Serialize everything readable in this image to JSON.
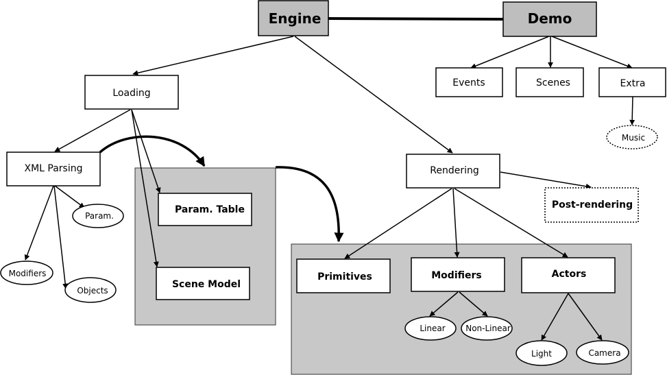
{
  "nodes": {
    "engine": "Engine",
    "demo": "Demo",
    "loading": "Loading",
    "events": "Events",
    "scenes": "Scenes",
    "extra": "Extra",
    "music": "Music",
    "xml_parsing": "XML Parsing",
    "rendering": "Rendering",
    "post_rendering": "Post-rendering",
    "param_table": "Param. Table",
    "param": "Param.",
    "scene_model": "Scene Model",
    "modifiers_leaf": "Modifiers",
    "objects": "Objects",
    "primitives": "Primitives",
    "modifiers": "Modifiers",
    "actors": "Actors",
    "linear": "Linear",
    "non_linear": "Non-Linear",
    "light": "Light",
    "camera": "Camera"
  },
  "colors": {
    "group_fill": "#c8c8c8",
    "header_fill": "#bebebe",
    "line": "#000000",
    "box_fill": "#ffffff"
  }
}
